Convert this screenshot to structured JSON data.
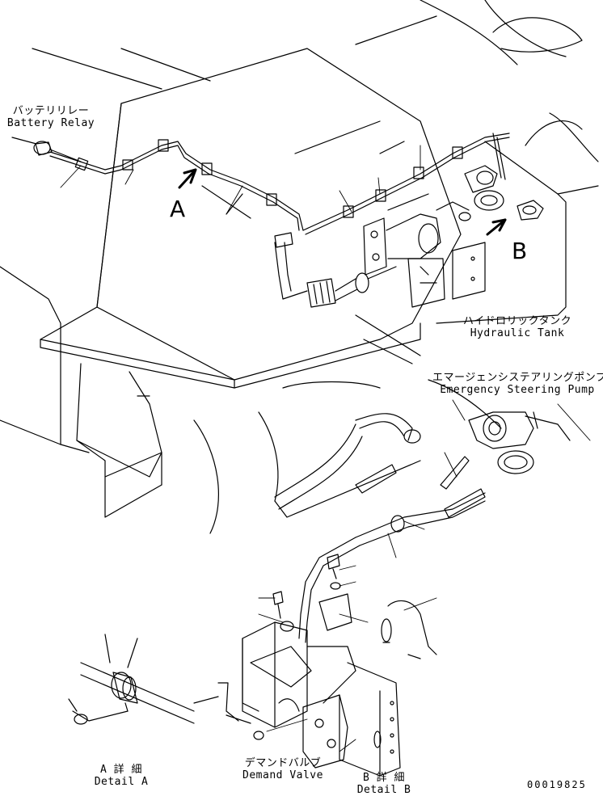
{
  "labels": {
    "battery_relay_jp": "バッテリリレー",
    "battery_relay_en": "Battery Relay",
    "hydraulic_tank_jp": "ハイドロリックタンク",
    "hydraulic_tank_en": "Hydraulic Tank",
    "emergency_pump_jp": "エマージェンシステアリングポンプ",
    "emergency_pump_en": "Emergency Steering Pump",
    "demand_valve_jp": "デマンドバルブ",
    "demand_valve_en": "Demand Valve",
    "detail_a_jp": "A 詳 細",
    "detail_a_en": "Detail A",
    "detail_b_jp": "B 詳 細",
    "detail_b_en": "Detail B",
    "view_a": "A",
    "view_b": "B",
    "doc_number": "00019825"
  }
}
